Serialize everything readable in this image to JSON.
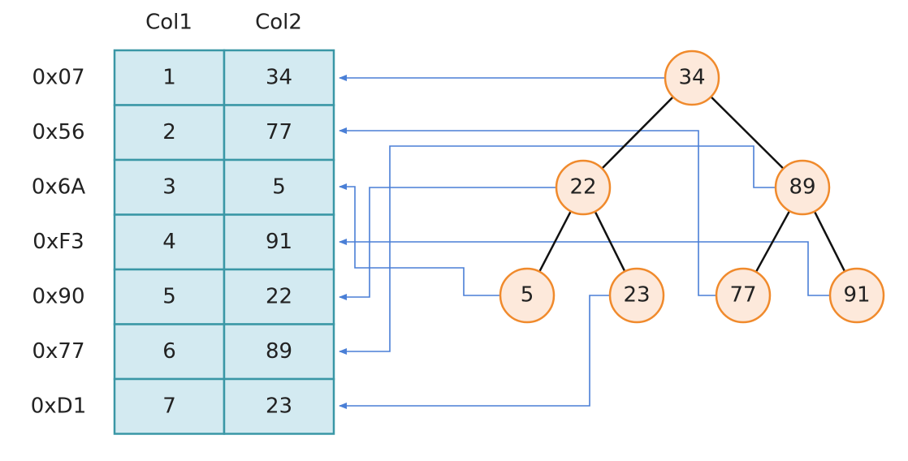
{
  "table": {
    "headers": [
      "Col1",
      "Col2"
    ],
    "rows": [
      {
        "address": "0x07",
        "col1": "1",
        "col2": "34"
      },
      {
        "address": "0x56",
        "col1": "2",
        "col2": "77"
      },
      {
        "address": "0x6A",
        "col1": "3",
        "col2": "5"
      },
      {
        "address": "0xF3",
        "col1": "4",
        "col2": "91"
      },
      {
        "address": "0x90",
        "col1": "5",
        "col2": "22"
      },
      {
        "address": "0x77",
        "col1": "6",
        "col2": "89"
      },
      {
        "address": "0xD1",
        "col1": "7",
        "col2": "23"
      }
    ]
  },
  "tree": {
    "nodes": [
      "34",
      "22",
      "89",
      "5",
      "23",
      "77",
      "91"
    ],
    "edges": [
      [
        "34",
        "22"
      ],
      [
        "34",
        "89"
      ],
      [
        "22",
        "5"
      ],
      [
        "22",
        "23"
      ],
      [
        "89",
        "77"
      ],
      [
        "89",
        "91"
      ]
    ]
  },
  "pointers": [
    {
      "from_node": "34",
      "to_row": 0
    },
    {
      "from_node": "77",
      "to_row": 1
    },
    {
      "from_node": "5",
      "to_row": 2
    },
    {
      "from_node": "91",
      "to_row": 3
    },
    {
      "from_node": "22",
      "to_row": 4
    },
    {
      "from_node": "89",
      "to_row": 5
    },
    {
      "from_node": "23",
      "to_row": 6
    }
  ],
  "colors": {
    "cell_fill": "#d3eaf1",
    "cell_border": "#3a97a6",
    "node_fill": "#fde9db",
    "node_border": "#f08a2c",
    "tree_edge": "#111111",
    "pointer": "#4a7fd6"
  }
}
